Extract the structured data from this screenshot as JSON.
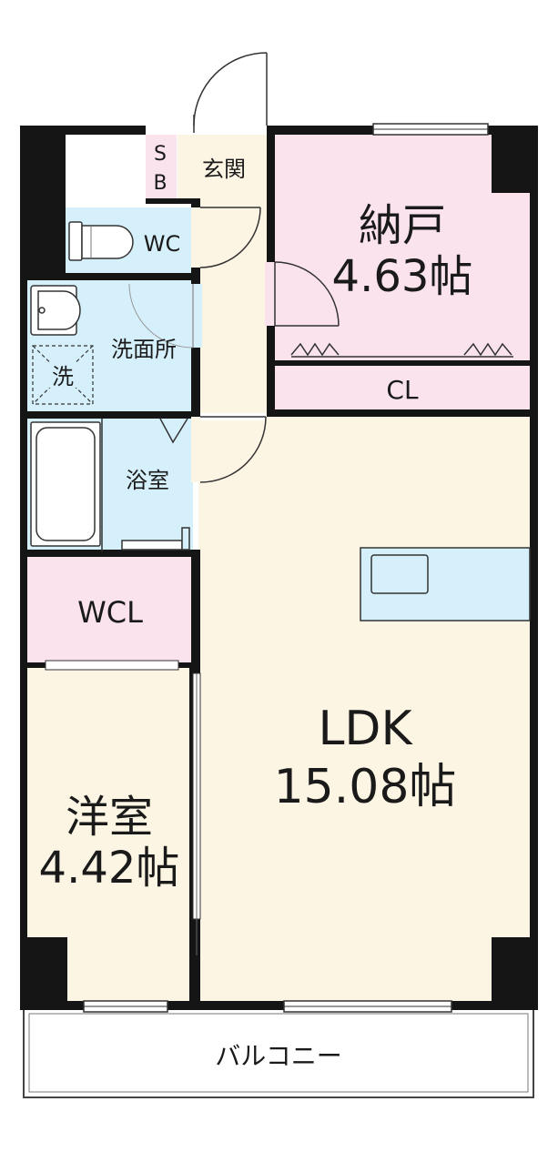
{
  "floorplan": {
    "colors": {
      "wall": "#151515",
      "ldk_floor": "#fdf5e3",
      "storage_pink": "#fbe3ee",
      "water_blue": "#d5effb",
      "balcony": "#ffffff",
      "line": "#333333"
    },
    "rooms": {
      "sb": {
        "line1": "S",
        "line2": "B"
      },
      "genkan": {
        "label": "玄関"
      },
      "wc": {
        "label": "WC"
      },
      "senmenjo": {
        "label": "洗面所"
      },
      "sentaku": {
        "label": "洗"
      },
      "yokushitsu": {
        "label": "浴室"
      },
      "wcl": {
        "label": "WCL"
      },
      "nando": {
        "name": "納戸",
        "size": "4.63帖"
      },
      "cl": {
        "label": "CL"
      },
      "ldk": {
        "name": "LDK",
        "size": "15.08帖"
      },
      "yoshitsu": {
        "name": "洋室",
        "size": "4.42帖"
      },
      "balcony": {
        "label": "バルコニー"
      }
    }
  }
}
